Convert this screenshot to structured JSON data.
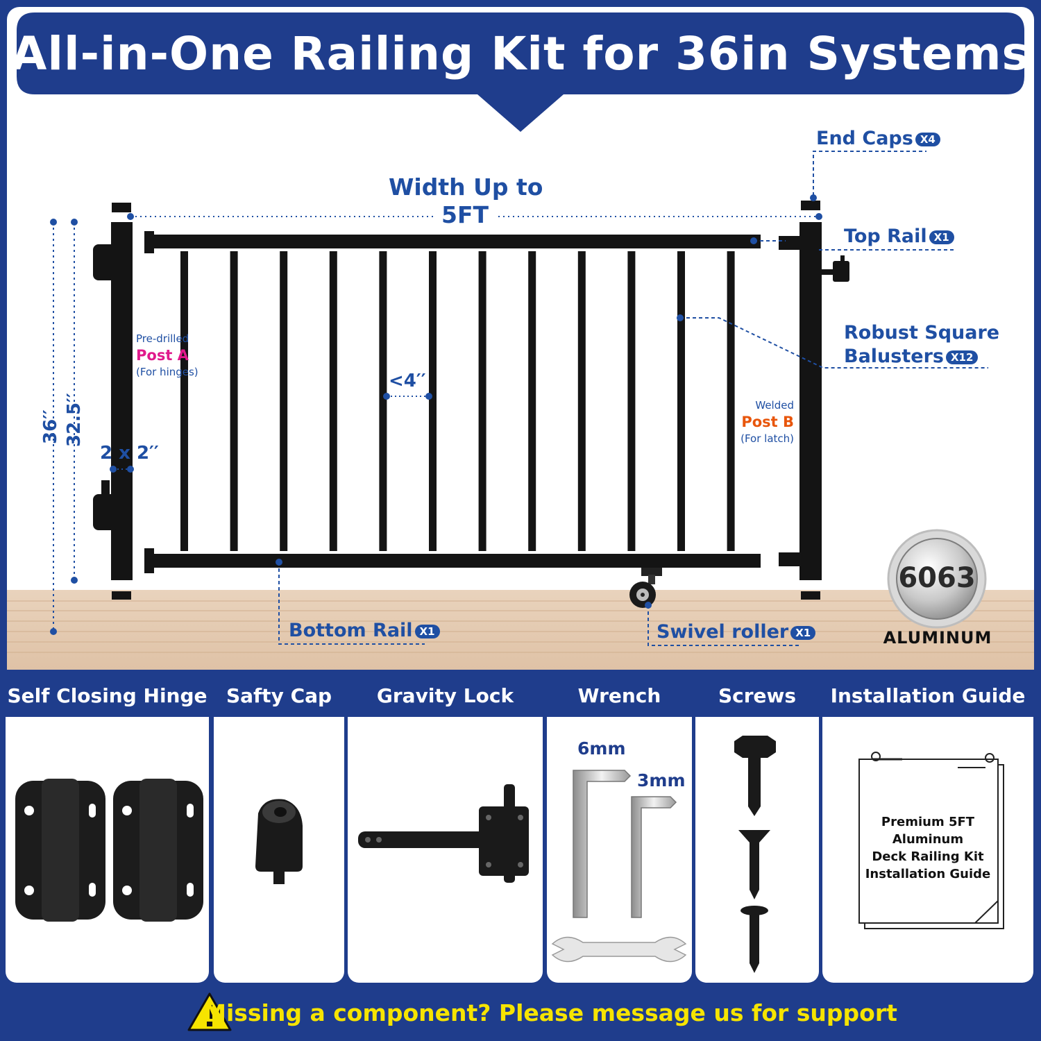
{
  "title": "All-in-One Railing Kit for 36in Systems",
  "labels": {
    "end_caps": "End Caps",
    "end_caps_qty": "X4",
    "width_line1": "Width Up to",
    "width_line2": "5FT",
    "top_rail": "Top Rail",
    "top_rail_qty": "X1",
    "balusters_line1": "Robust Square",
    "balusters_line2": "Balusters",
    "balusters_qty": "X12",
    "post_a_pre": "Pre-drilled",
    "post_a_name": "Post A",
    "post_a_sub": "(For hinges)",
    "post_b_pre": "Welded",
    "post_b_name": "Post B",
    "post_b_sub": "(For latch)",
    "spacing": "<4′′",
    "post_size": "2 x 2′′",
    "height_total": "36′′",
    "height_post": "32.5′′",
    "bottom_rail": "Bottom Rail",
    "bottom_rail_qty": "X1",
    "swivel_roller": "Swivel roller",
    "swivel_roller_qty": "X1",
    "seal_number": "6063",
    "seal_text": "ALUMINUM"
  },
  "components": [
    {
      "label": "Self Closing Hinge"
    },
    {
      "label": "Safty Cap"
    },
    {
      "label": "Gravity Lock"
    },
    {
      "label": "Wrench"
    },
    {
      "label": "Screws"
    },
    {
      "label": "Installation Guide"
    }
  ],
  "wrench_sizes": {
    "large": "6mm",
    "small": "3mm"
  },
  "guide_text": {
    "line1": "Premium 5FT",
    "line2": "Aluminum",
    "line3": "Deck Railing Kit",
    "line4": "Installation Guide"
  },
  "footer": {
    "text": "Missing a component? Please message us for support"
  },
  "colors": {
    "primary_blue": "#1f3d8c",
    "label_blue": "#1f4fa3",
    "post_a_pink": "#e0198c",
    "post_b_orange": "#e8560c",
    "footer_yellow": "#f6e400",
    "deck": "#e6ccb3"
  }
}
